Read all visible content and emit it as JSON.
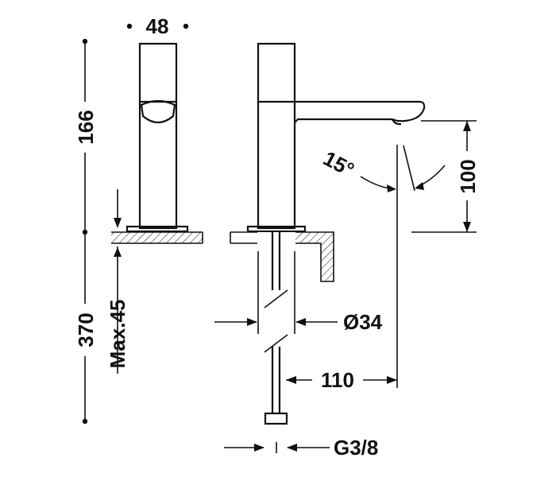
{
  "dimensions": {
    "width_top": "48",
    "height_spout": "166",
    "below_counter": "370",
    "max_thickness": "Max.45",
    "angle": "15°",
    "spout_height": "100",
    "hole_diameter": "Ø34",
    "reach": "110",
    "thread": "G3/8"
  },
  "colors": {
    "line": "#111111",
    "background": "#ffffff"
  }
}
